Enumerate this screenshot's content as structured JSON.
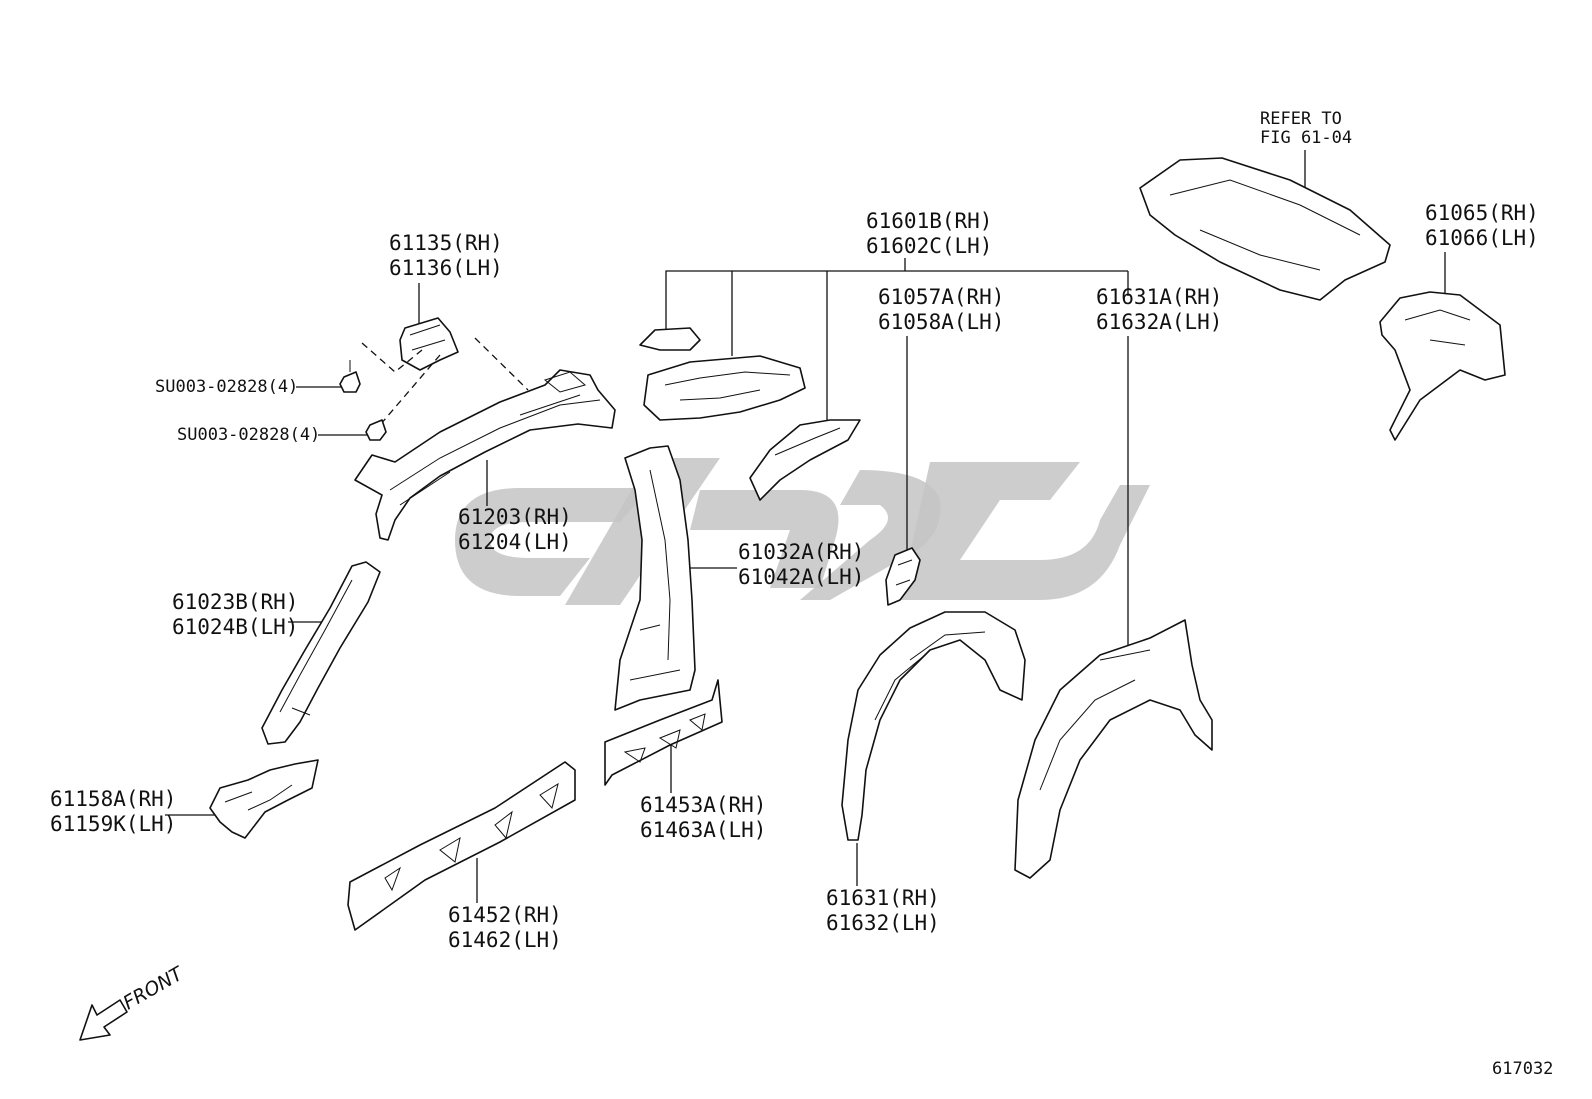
{
  "figure_number": "617032",
  "front_indicator": "FRONT",
  "refer_note": {
    "line1": "REFER TO",
    "line2": "FIG 61-04"
  },
  "callouts": {
    "c61135": {
      "line1": "61135(RH)",
      "line2": "61136(LH)"
    },
    "su_upper": "SU003-02828(4)",
    "su_lower": "SU003-02828(4)",
    "c61203": {
      "line1": "61203(RH)",
      "line2": "61204(LH)"
    },
    "c61023": {
      "line1": "61023B(RH)",
      "line2": "61024B(LH)"
    },
    "c61158": {
      "line1": "61158A(RH)",
      "line2": "61159K(LH)"
    },
    "c61601": {
      "line1": "61601B(RH)",
      "line2": "61602C(LH)"
    },
    "c61057": {
      "line1": "61057A(RH)",
      "line2": "61058A(LH)"
    },
    "c61631a": {
      "line1": "61631A(RH)",
      "line2": "61632A(LH)"
    },
    "c61065": {
      "line1": "61065(RH)",
      "line2": "61066(LH)"
    },
    "c61032": {
      "line1": "61032A(RH)",
      "line2": "61042A(LH)"
    },
    "c61453": {
      "line1": "61453A(RH)",
      "line2": "61463A(LH)"
    },
    "c61452": {
      "line1": "61452(RH)",
      "line2": "61462(LH)"
    },
    "c61631": {
      "line1": "61631(RH)",
      "line2": "61632(LH)"
    }
  }
}
